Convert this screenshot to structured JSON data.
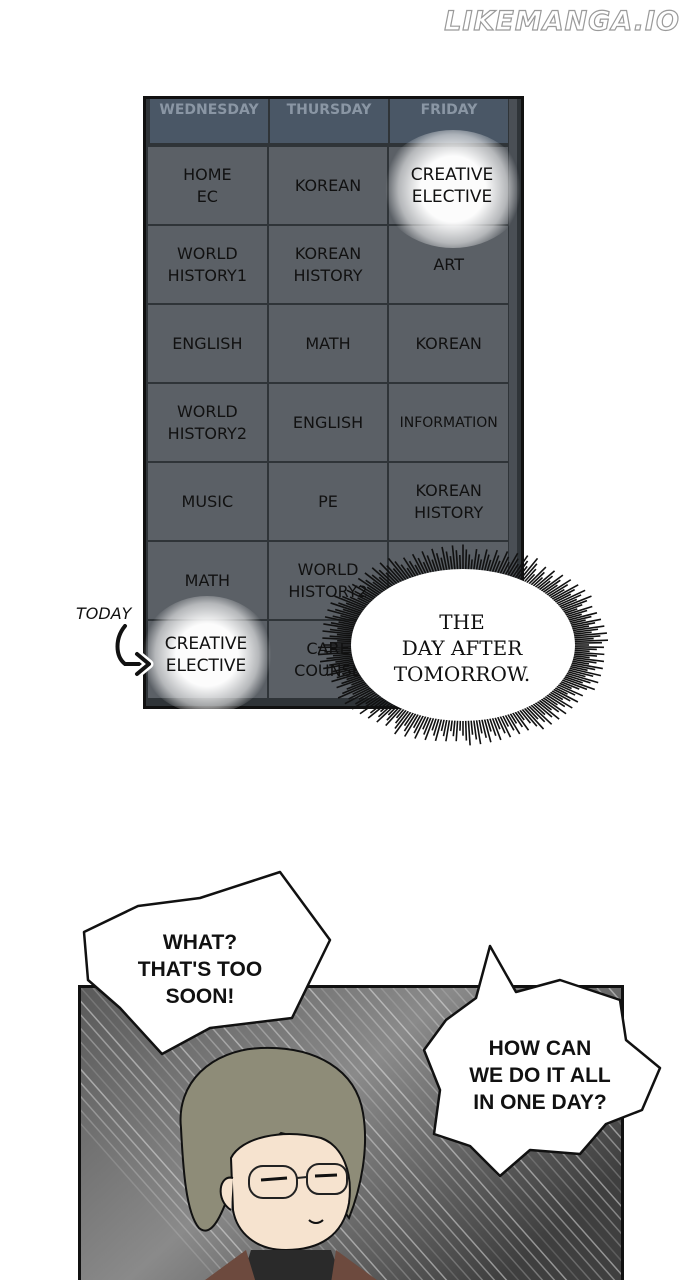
{
  "watermark": "LIKEMANGA.IO",
  "timetable": {
    "headers": [
      "WEDNESDAY",
      "THURSDAY",
      "FRIDAY"
    ],
    "rows": [
      [
        "HOME\nEC",
        "KOREAN",
        ""
      ],
      [
        "WORLD\nHISTORY1",
        "KOREAN\nHISTORY",
        "ART"
      ],
      [
        "ENGLISH",
        "MATH",
        "KOREAN"
      ],
      [
        "WORLD\nHISTORY2",
        "ENGLISH",
        "INFORMATION"
      ],
      [
        "MUSIC",
        "PE",
        "KOREAN\nHISTORY"
      ],
      [
        "MATH",
        "WORLD\nHISTORY2",
        ""
      ],
      [
        "",
        "CARE\nCOUNSE",
        ""
      ]
    ],
    "highlight_friday": "CREATIVE\nELECTIVE",
    "highlight_today": "CREATIVE\nELECTIVE"
  },
  "today_label": "TODAY",
  "burst_bubble": "THE\nDAY AFTER\nTOMORROW.",
  "bubble_left": "WHAT?\nTHAT'S TOO\nSOON!",
  "bubble_right": "HOW CAN\nWE DO IT ALL\nIN ONE DAY?"
}
